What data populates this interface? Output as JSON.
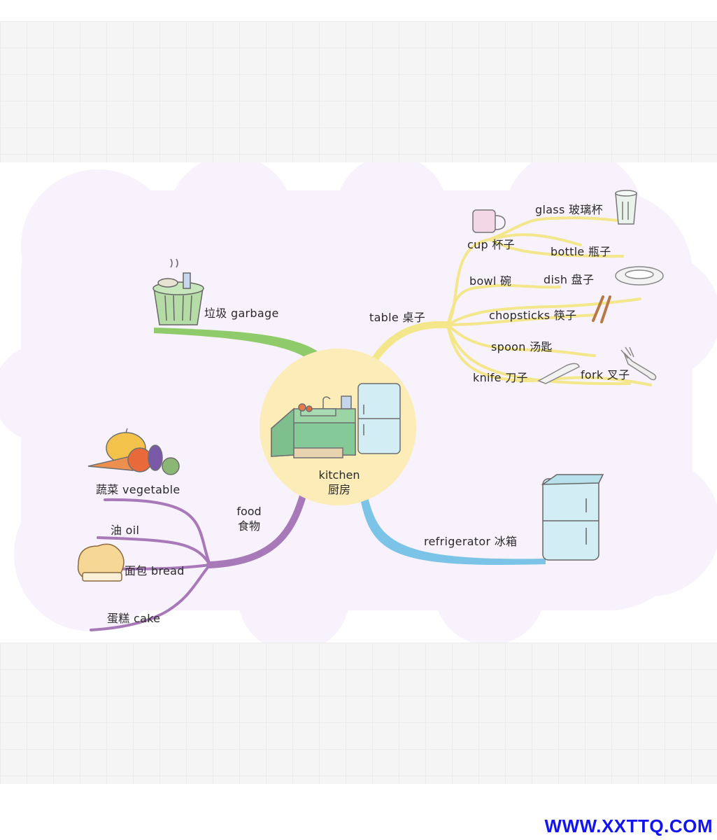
{
  "center": {
    "en": "kitchen",
    "zh": "厨房"
  },
  "branches": {
    "garbage": {
      "label": "垃圾  garbage",
      "color": "#8fcb6a"
    },
    "table": {
      "label": "table 桌子",
      "color": "#f4e68a",
      "items": {
        "glass": "glass 玻璃杯",
        "cup": "cup 杯子",
        "bottle": "bottle 瓶子",
        "bowl": "bowl  碗",
        "dish": "dish  盘子",
        "chopsticks": "chopsticks 筷子",
        "spoon": "spoon  汤匙",
        "knife": "knife  刀子",
        "fork": "fork 叉子"
      }
    },
    "food": {
      "label": "food",
      "label_zh": "食物",
      "color": "#a879b8",
      "items": {
        "vegetable": "蔬菜 vegetable",
        "oil": "油  oil",
        "bread": "面包 bread",
        "cake": "蛋糕 cake"
      }
    },
    "refrigerator": {
      "label": "refrigerator  冰箱",
      "color": "#7cc3e8"
    }
  },
  "watermark": "WWW.XXTTQ.COM"
}
